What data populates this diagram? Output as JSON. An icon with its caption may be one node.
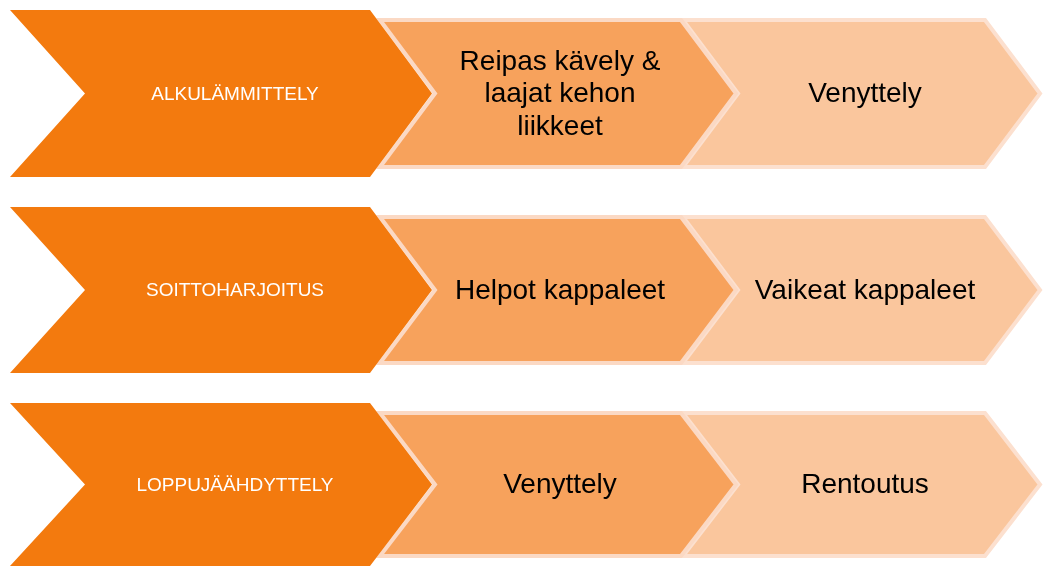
{
  "diagram": {
    "nodes": [
      {
        "text": [
          "ALKULÄMMITTELY"
        ]
      },
      {
        "text": [
          "Reipas kävely & laajat kehon liikkeet"
        ]
      },
      {
        "text": [
          "Venyttely"
        ]
      },
      {
        "text": [
          "SOITTOHARJOITUS"
        ]
      },
      {
        "text": [
          "Helpot kappaleet"
        ]
      },
      {
        "text": [
          "Vaikeat kappaleet"
        ]
      },
      {
        "text": [
          "LOPPUJÄÄHDYTTELY"
        ]
      },
      {
        "text": [
          "Venyttely"
        ]
      },
      {
        "text": [
          "Rentoutus"
        ]
      }
    ]
  }
}
